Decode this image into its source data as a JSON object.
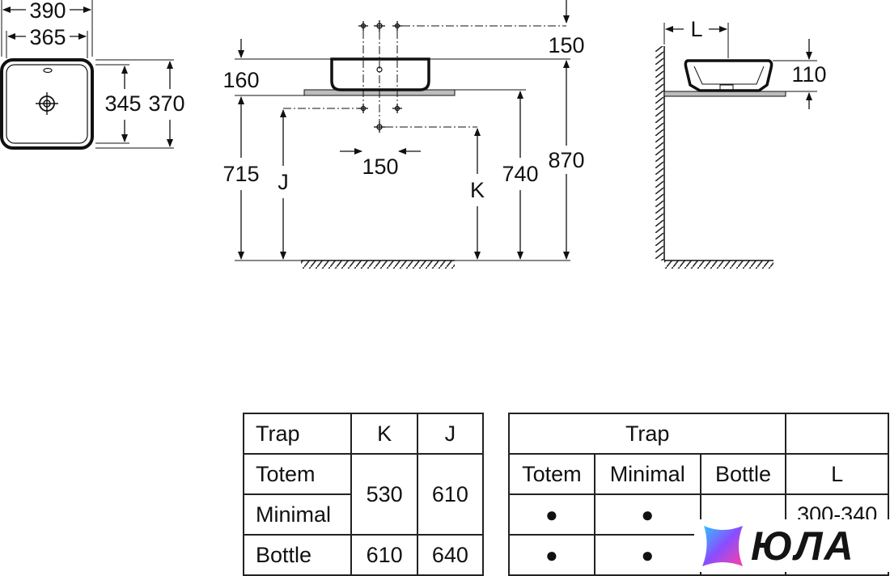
{
  "top_view": {
    "outer_width": "390",
    "inner_width": "365",
    "inner_depth": "345",
    "outer_depth": "370"
  },
  "front_view": {
    "tap_offset_top": "150",
    "basin_height": "160",
    "counter_height": "715",
    "tap_spacing": "150",
    "counter_top": "740",
    "basin_top": "870",
    "trap_j": "J",
    "trap_k": "K"
  },
  "side_view": {
    "projection": "L",
    "basin_depth": "110"
  },
  "trap_table": {
    "headers": [
      "Trap",
      "K",
      "J"
    ],
    "rows": [
      {
        "trap": "Totem",
        "k": "530",
        "j": "610"
      },
      {
        "trap": "Minimal"
      },
      {
        "trap": "Bottle",
        "k": "610",
        "j": "640"
      }
    ]
  },
  "compat_table": {
    "trap_header": "Trap",
    "l_header": "L",
    "columns": [
      "Totem",
      "Minimal",
      "Bottle"
    ],
    "rows": [
      {
        "totem": "●",
        "minimal": "●",
        "bottle": "",
        "l": "300-340"
      },
      {
        "totem": "●",
        "minimal": "●",
        "bottle": "",
        "l": ""
      }
    ]
  },
  "watermark": {
    "text": "ЮЛА"
  }
}
